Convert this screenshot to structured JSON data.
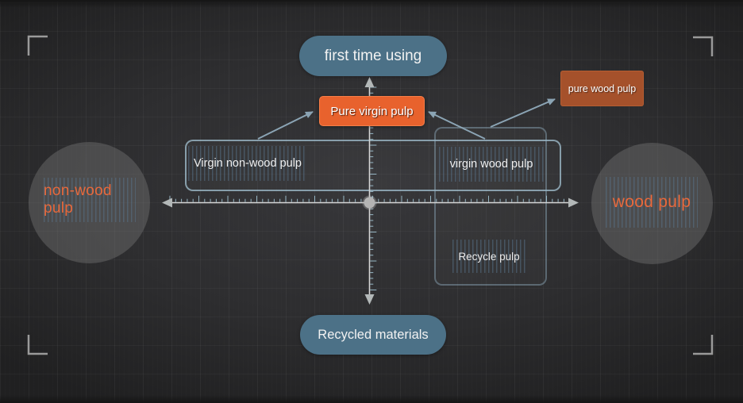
{
  "nodes": {
    "first_time_using": {
      "label": "first time using"
    },
    "pure_virgin_pulp": {
      "label": "Pure virgin pulp"
    },
    "pure_wood_pulp": {
      "label": "pure wood pulp"
    },
    "non_wood_pulp": {
      "label": "non-wood pulp"
    },
    "wood_pulp": {
      "label": "wood pulp"
    },
    "virgin_non_wood_pulp": {
      "label": "Virgin non-wood pulp"
    },
    "virgin_wood_pulp": {
      "label": "virgin wood pulp"
    },
    "recycle_pulp": {
      "label": "Recycle pulp"
    },
    "recycled_materials": {
      "label": "Recycled materials"
    }
  },
  "edges": [
    {
      "from": "virgin_non_wood_pulp",
      "to": "pure_virgin_pulp"
    },
    {
      "from": "virgin_wood_pulp",
      "to": "pure_virgin_pulp"
    },
    {
      "from": "virgin_wood_pulp",
      "to": "pure_wood_pulp"
    }
  ],
  "colors": {
    "steel_blue_pill": "#4c7187",
    "orange_button": "#e8622d",
    "rust_box": "#a5512b",
    "circle_text_orange": "#e8693c",
    "box_border_blue": "#9fbecd",
    "arrow_blue_gray": "#8ba4b4",
    "axis_gray": "#d6d6d6"
  }
}
